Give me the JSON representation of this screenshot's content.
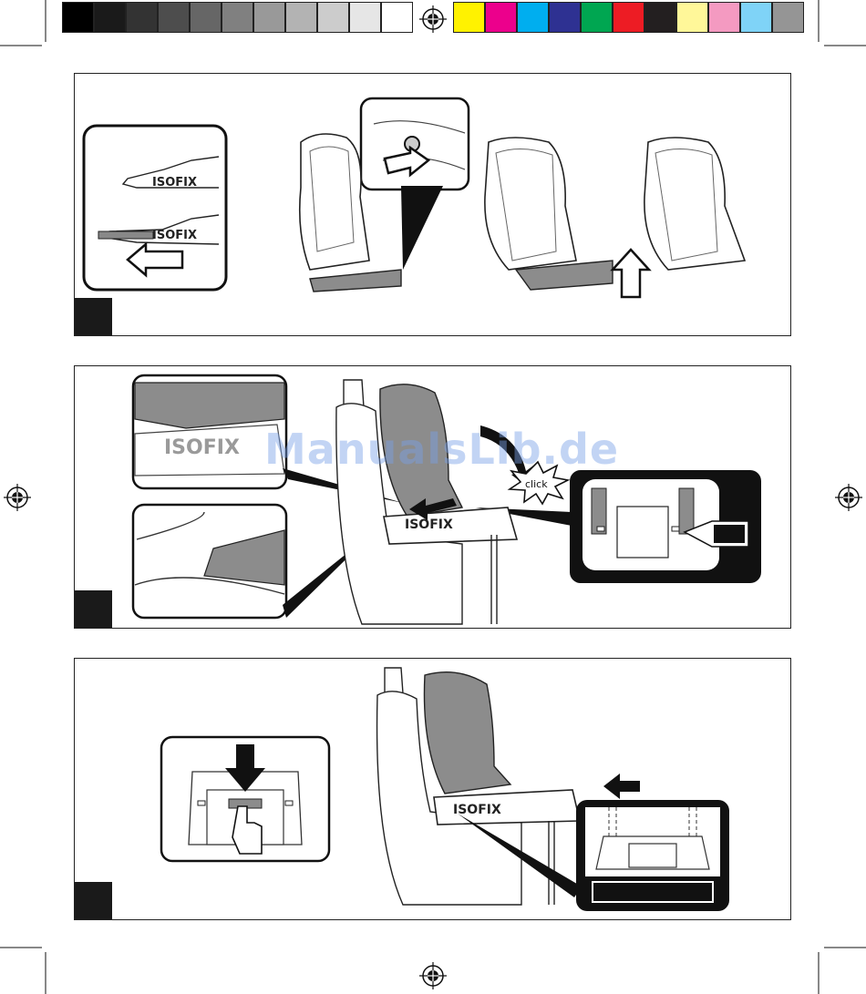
{
  "color_bar": {
    "grays": [
      "#000000",
      "#1a1a1a",
      "#333333",
      "#4d4d4d",
      "#666666",
      "#808080",
      "#999999",
      "#b3b3b3",
      "#cccccc",
      "#e6e6e6",
      "#ffffff"
    ],
    "colors": [
      "#fff200",
      "#ec008c",
      "#00aeef",
      "#2e3192",
      "#00a651",
      "#ed1c24",
      "#231f20",
      "#fff799",
      "#f49ac1",
      "#7fd3f7",
      "#959595"
    ]
  },
  "labels": {
    "isofix_1": "ISOFIX",
    "isofix_2": "ISOFIX",
    "isofix_3": "ISOFIX",
    "isofix_4": "ISOFIX",
    "isofix_5": "ISOFIX",
    "click": "click",
    "watermark": "ManualsLib.de"
  },
  "icons": [
    "registration-mark-icon",
    "arrow-left-icon",
    "arrow-right-icon",
    "arrow-up-icon",
    "arrow-down-icon",
    "hand-press-icon",
    "click-burst-icon"
  ]
}
